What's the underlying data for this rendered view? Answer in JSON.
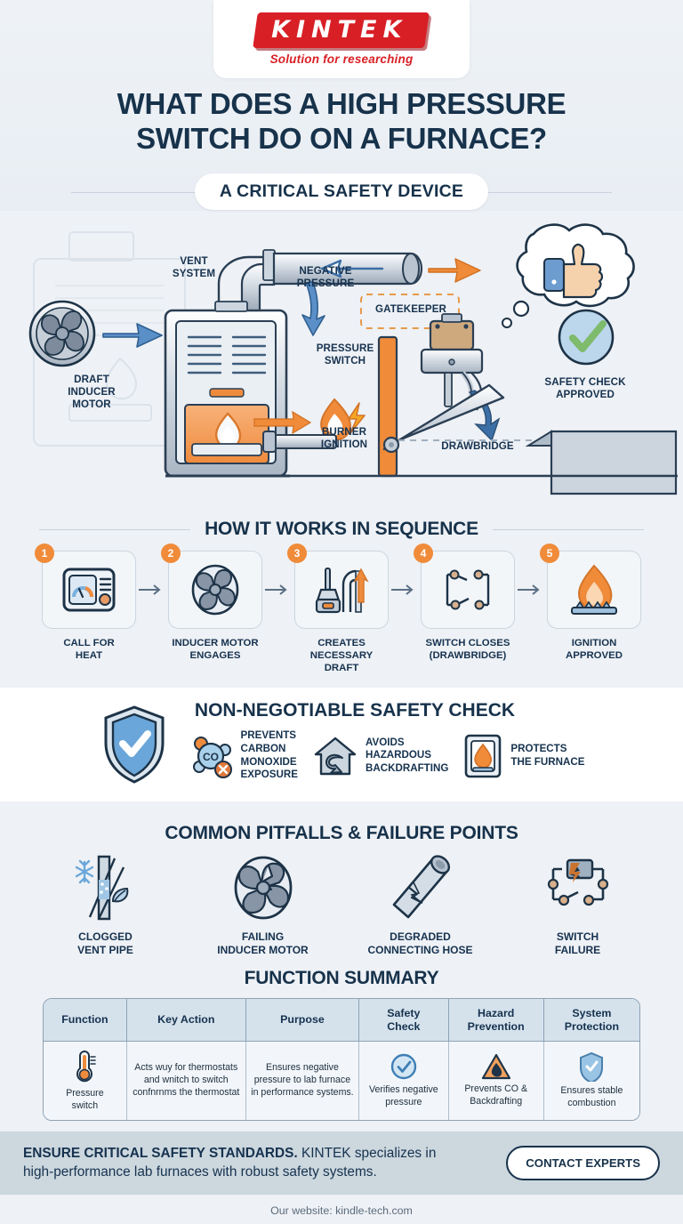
{
  "brand": {
    "name": "KINTEK",
    "tagline": "Solution for researching",
    "accent": "#d81f26"
  },
  "header": {
    "title_line1": "WHAT DOES A HIGH PRESSURE",
    "title_line2": "SWITCH DO ON A FURNACE?",
    "subtitle": "A CRITICAL SAFETY DEVICE"
  },
  "diagram": {
    "labels": {
      "vent_system": "VENT\nSYSTEM",
      "negative_pressure": "NEGATIVE\nPRESSURE",
      "draft_inducer": "DRAFT\nINDUCER\nMOTOR",
      "pressure_switch": "PRESSURE\nSWITCH",
      "gatekeeper": "GATEKEEPER",
      "burner_ignition": "BURNER\nIGNITION",
      "drawbridge": "DRAWBRIDGE",
      "safety_check": "SAFETY CHECK\nAPPROVED"
    }
  },
  "sequence": {
    "heading": "HOW IT WORKS IN SEQUENCE",
    "steps": [
      {
        "num": "1",
        "label": "CALL FOR\nHEAT",
        "icon": "thermostat-icon"
      },
      {
        "num": "2",
        "label": "INDUCER MOTOR\nENGAGES",
        "icon": "fan-icon"
      },
      {
        "num": "3",
        "label": "CREATES\nNECESSARY DRAFT",
        "icon": "draft-hose-icon"
      },
      {
        "num": "4",
        "label": "SWITCH CLOSES\n(DRAWBRIDGE)",
        "icon": "circuit-switch-icon"
      },
      {
        "num": "5",
        "label": "IGNITION\nAPPROVED",
        "icon": "burner-flame-icon"
      }
    ]
  },
  "safety": {
    "heading": "NON-NEGOTIABLE SAFETY CHECK",
    "items": [
      {
        "icon": "co-molecule-icon",
        "text": "PREVENTS\nCARBON\nMONOXIDE\nEXPOSURE"
      },
      {
        "icon": "house-backdraft-icon",
        "text": "AVOIDS\nHAZARDOUS\nBACKDRAFTING"
      },
      {
        "icon": "furnace-flame-icon",
        "text": "PROTECTS\nTHE FURNACE"
      }
    ]
  },
  "pitfalls": {
    "heading": "COMMON PITFALLS & FAILURE POINTS",
    "items": [
      {
        "icon": "clogged-pipe-icon",
        "label": "CLOGGED\nVENT PIPE"
      },
      {
        "icon": "broken-fan-icon",
        "label": "FAILING\nINDUCER MOTOR"
      },
      {
        "icon": "cracked-hose-icon",
        "label": "DEGRADED\nCONNECTING HOSE"
      },
      {
        "icon": "switch-failure-icon",
        "label": "SWITCH\nFAILURE"
      }
    ]
  },
  "summary": {
    "heading": "FUNCTION SUMMARY",
    "columns": [
      "Function",
      "Key Action",
      "Purpose",
      "Safety\nCheck",
      "Hazard\nPrevention",
      "System\nProtection"
    ],
    "row": [
      {
        "icon": "thermometer-icon",
        "text": "Pressure\nswitch"
      },
      {
        "icon": "",
        "text": "Acts wuy for thermostats and wnitch to switch confnrnms the thermostat"
      },
      {
        "icon": "",
        "text": "Ensures negative pressure to lab furnace in performance systems."
      },
      {
        "icon": "check-circle-icon",
        "text": "Verifies negative\npressure"
      },
      {
        "icon": "warning-flame-icon",
        "text": "Prevents CO &\nBackdrafting"
      },
      {
        "icon": "shield-check-icon",
        "text": "Ensures stable\ncombustion"
      }
    ]
  },
  "footer": {
    "cta_bold": "ENSURE CRITICAL SAFETY STANDARDS.",
    "cta_rest": " KINTEK specializes in high-performance lab furnaces with robust safety systems.",
    "button": "CONTACT EXPERTS",
    "website": "Our website: kindle-tech.com"
  }
}
